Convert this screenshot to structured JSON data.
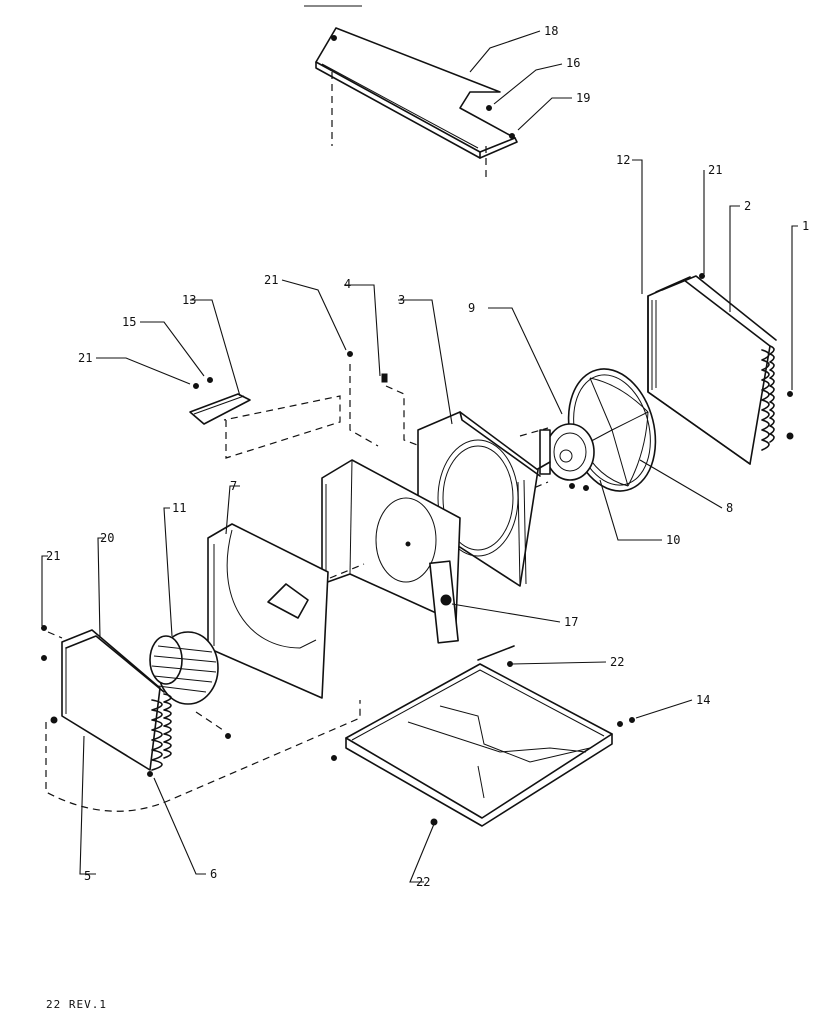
{
  "callouts": {
    "c1": "1",
    "c2": "2",
    "c3": "3",
    "c4": "4",
    "c5": "5",
    "c6": "6",
    "c7": "7",
    "c8": "8",
    "c9": "9",
    "c10": "10",
    "c11": "11",
    "c12": "12",
    "c13": "13",
    "c14": "14",
    "c15": "15",
    "c16": "16",
    "c17": "17",
    "c18": "18",
    "c19": "19",
    "c20": "20",
    "c21a": "21",
    "c21b": "21",
    "c21c": "21",
    "c21d": "21",
    "c22a": "22",
    "c22b": "22"
  },
  "footer": "22 REV.1"
}
